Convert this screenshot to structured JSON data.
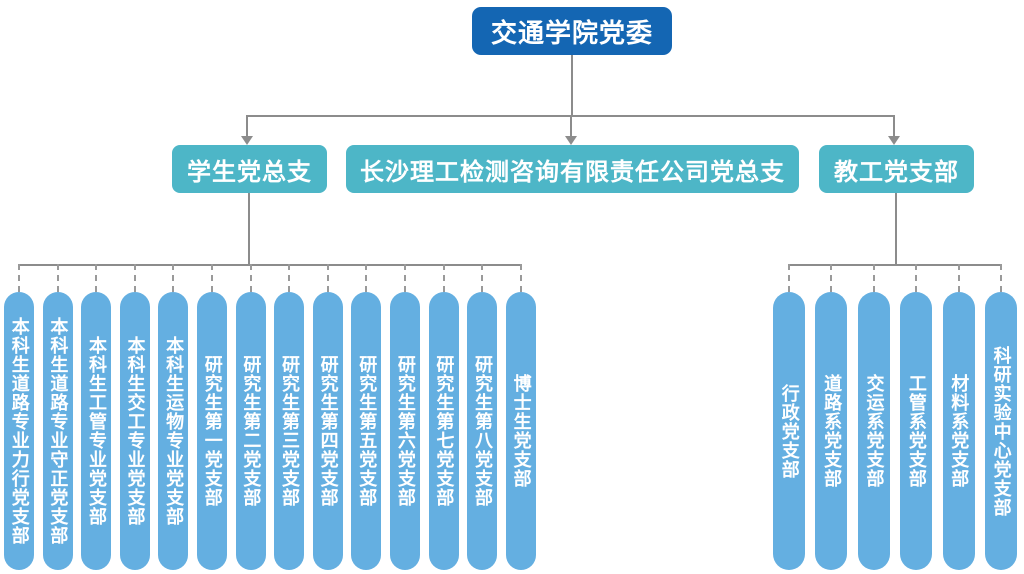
{
  "org": {
    "root": {
      "label": "交通学院党委"
    },
    "level2": {
      "student": {
        "label": "学生党总支"
      },
      "company": {
        "label": "长沙理工检测咨询有限责任公司党总支"
      },
      "staff": {
        "label": "教工党支部"
      }
    },
    "student_branches": [
      "本科生道路专业力行党支部",
      "本科生道路专业守正党支部",
      "本科生工管专业党支部",
      "本科生交工专业党支部",
      "本科生运物专业党支部",
      "研究生第一党支部",
      "研究生第二党支部",
      "研究生第三党支部",
      "研究生第四党支部",
      "研究生第五党支部",
      "研究生第六党支部",
      "研究生第七党支部",
      "研究生第八党支部",
      "博士生党支部"
    ],
    "staff_branches": [
      "行政党支部",
      "道路系党支部",
      "交运系党支部",
      "工管系党支部",
      "材料系党支部",
      "科研实验中心党支部"
    ]
  },
  "colors": {
    "root_box": "#1466b3",
    "level2_box": "#4db6c7",
    "branch_pill": "#64afe1",
    "connector": "#8c8c8c",
    "dash": "#9a9a9a",
    "text_on_box": "#ffffff"
  }
}
